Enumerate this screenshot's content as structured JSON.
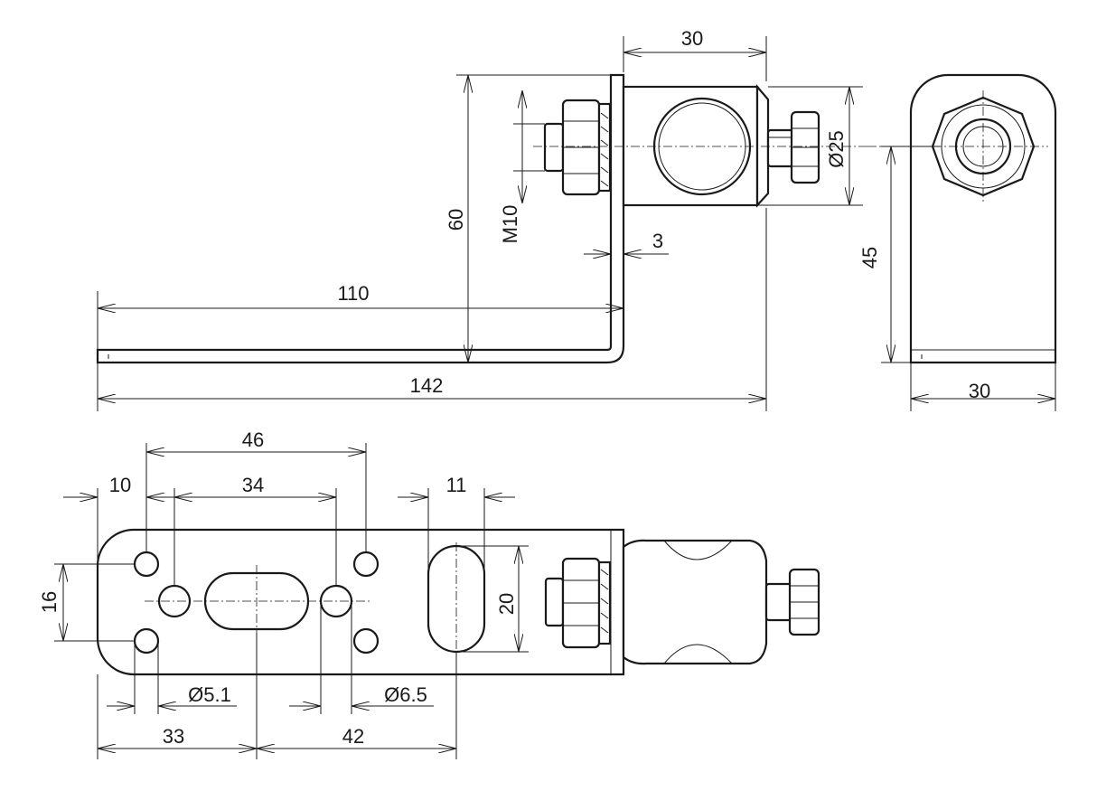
{
  "drawing": {
    "dimensions": {
      "side_top_width": "30",
      "side_height": "60",
      "thread": "M10",
      "thickness": "3",
      "clamp_diameter": "Ø25",
      "inner_length": "110",
      "total_length": "142",
      "end_height": "45",
      "end_width": "30",
      "hole_span": "46",
      "edge_offset": "10",
      "slot_span": "34",
      "slot_width": "11",
      "hole_pitch": "16",
      "slot_length": "20",
      "hole_small": "Ø5.1",
      "hole_large": "Ø6.5",
      "offset_33": "33",
      "offset_42": "42"
    }
  }
}
